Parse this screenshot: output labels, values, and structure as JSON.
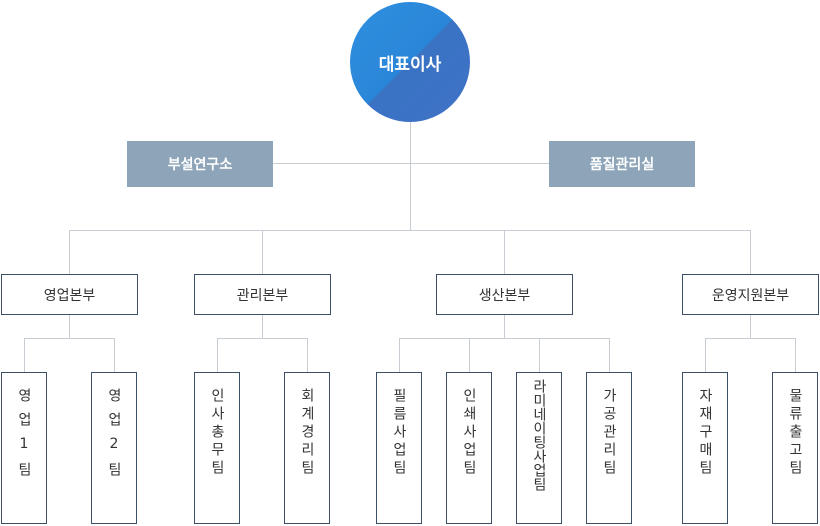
{
  "ceo": {
    "label": "대표이사"
  },
  "advisory": {
    "left": "부설연구소",
    "right": "품질관리실"
  },
  "divisions": [
    {
      "label": "영업본부",
      "teams": [
        "영업1팀",
        "영업2팀"
      ]
    },
    {
      "label": "관리본부",
      "teams": [
        "인사총무팀",
        "회계경리팀"
      ]
    },
    {
      "label": "생산본부",
      "teams": [
        "필름사업팀",
        "인쇄사업팀",
        "라미네이팅사업팀",
        "가공관리팀"
      ]
    },
    {
      "label": "운영지원본부",
      "teams": [
        "자재구매팀",
        "물류출고팀"
      ]
    }
  ],
  "colors": {
    "ceo_circle": "#2b87d9",
    "advisory_box": "#8da4b9",
    "box_border": "#3c4f64",
    "connector": "#c8cdd3"
  }
}
